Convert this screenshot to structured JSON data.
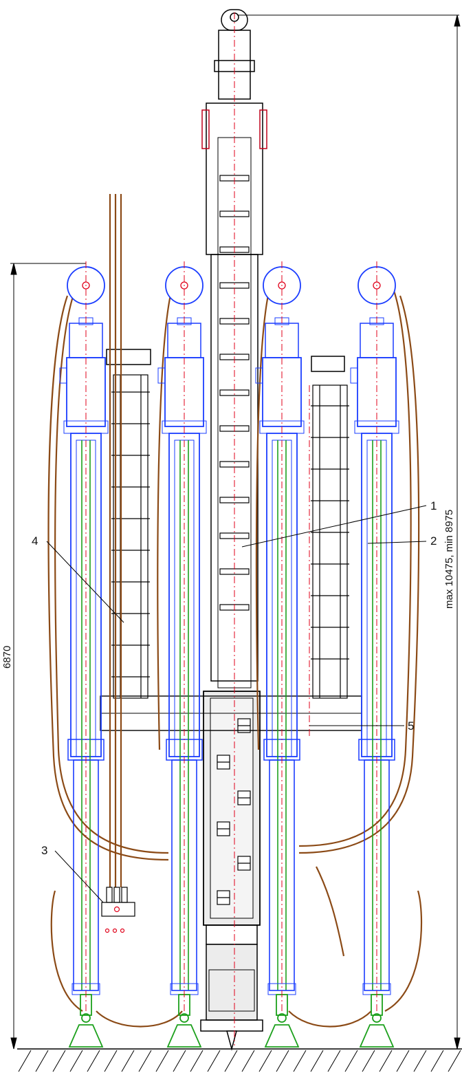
{
  "dimensions": {
    "overall_height": "max 10475, min 8975",
    "module_height": "6870"
  },
  "callouts": [
    {
      "id": "1",
      "text": "1"
    },
    {
      "id": "2",
      "text": "2"
    },
    {
      "id": "3",
      "text": "3"
    },
    {
      "id": "4",
      "text": "4"
    },
    {
      "id": "5",
      "text": "5"
    }
  ],
  "colors": {
    "frame": "#000000",
    "cylinder": "#1a3cff",
    "rod": "#1ca01c",
    "hose": "#8b4a16",
    "centerline": "#e0001a",
    "foot": "#1ca01c",
    "body_fill": "#ececec"
  },
  "icons": {
    "top_eye": "lifting-eye-icon",
    "cylinder_head": "pulley-head-icon",
    "foot": "support-foot-icon",
    "ground": "ground-hatch-icon"
  }
}
